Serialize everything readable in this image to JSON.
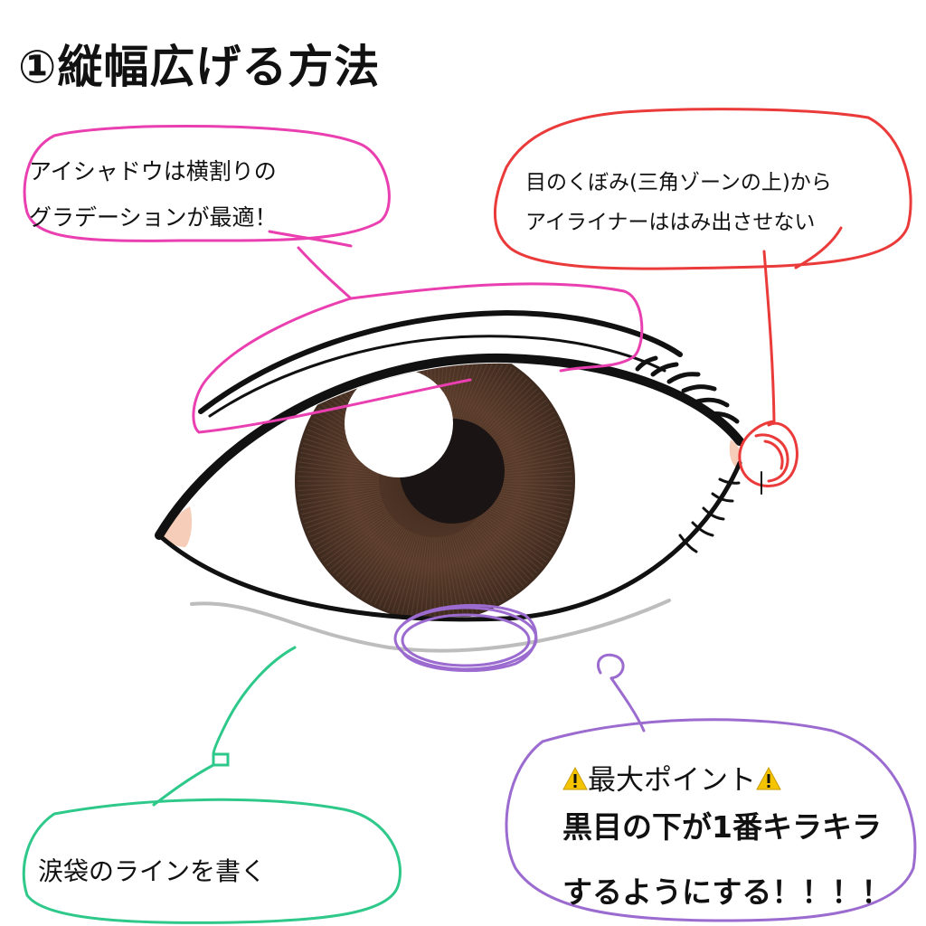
{
  "title": "①縦幅広げる方法",
  "annotations": {
    "pink": {
      "line1": "アイシャドウは横割りの",
      "line2": "グラデーションが最適！",
      "color": "#ea3fb0"
    },
    "red": {
      "line1": "目のくぼみ(三角ゾーンの上)から",
      "line2": "アイライナーははみ出させない",
      "color": "#ea3a3a"
    },
    "green": {
      "line1": "涙袋のラインを書く",
      "color": "#2ec98a"
    },
    "purple": {
      "heading": "最大ポイント",
      "line1": "黒目の下が1番キラキラ",
      "line2": "するようにする！！！！",
      "warning_icon": "warning-icon",
      "color": "#9b6bd0"
    }
  },
  "illustration": {
    "iris_color": "#4e3326",
    "pupil_color": "#1a1414",
    "outline_color": "#111111",
    "skin_corner_color": "#f6cdb8",
    "under_eye_line_color": "#bdbdbd"
  }
}
